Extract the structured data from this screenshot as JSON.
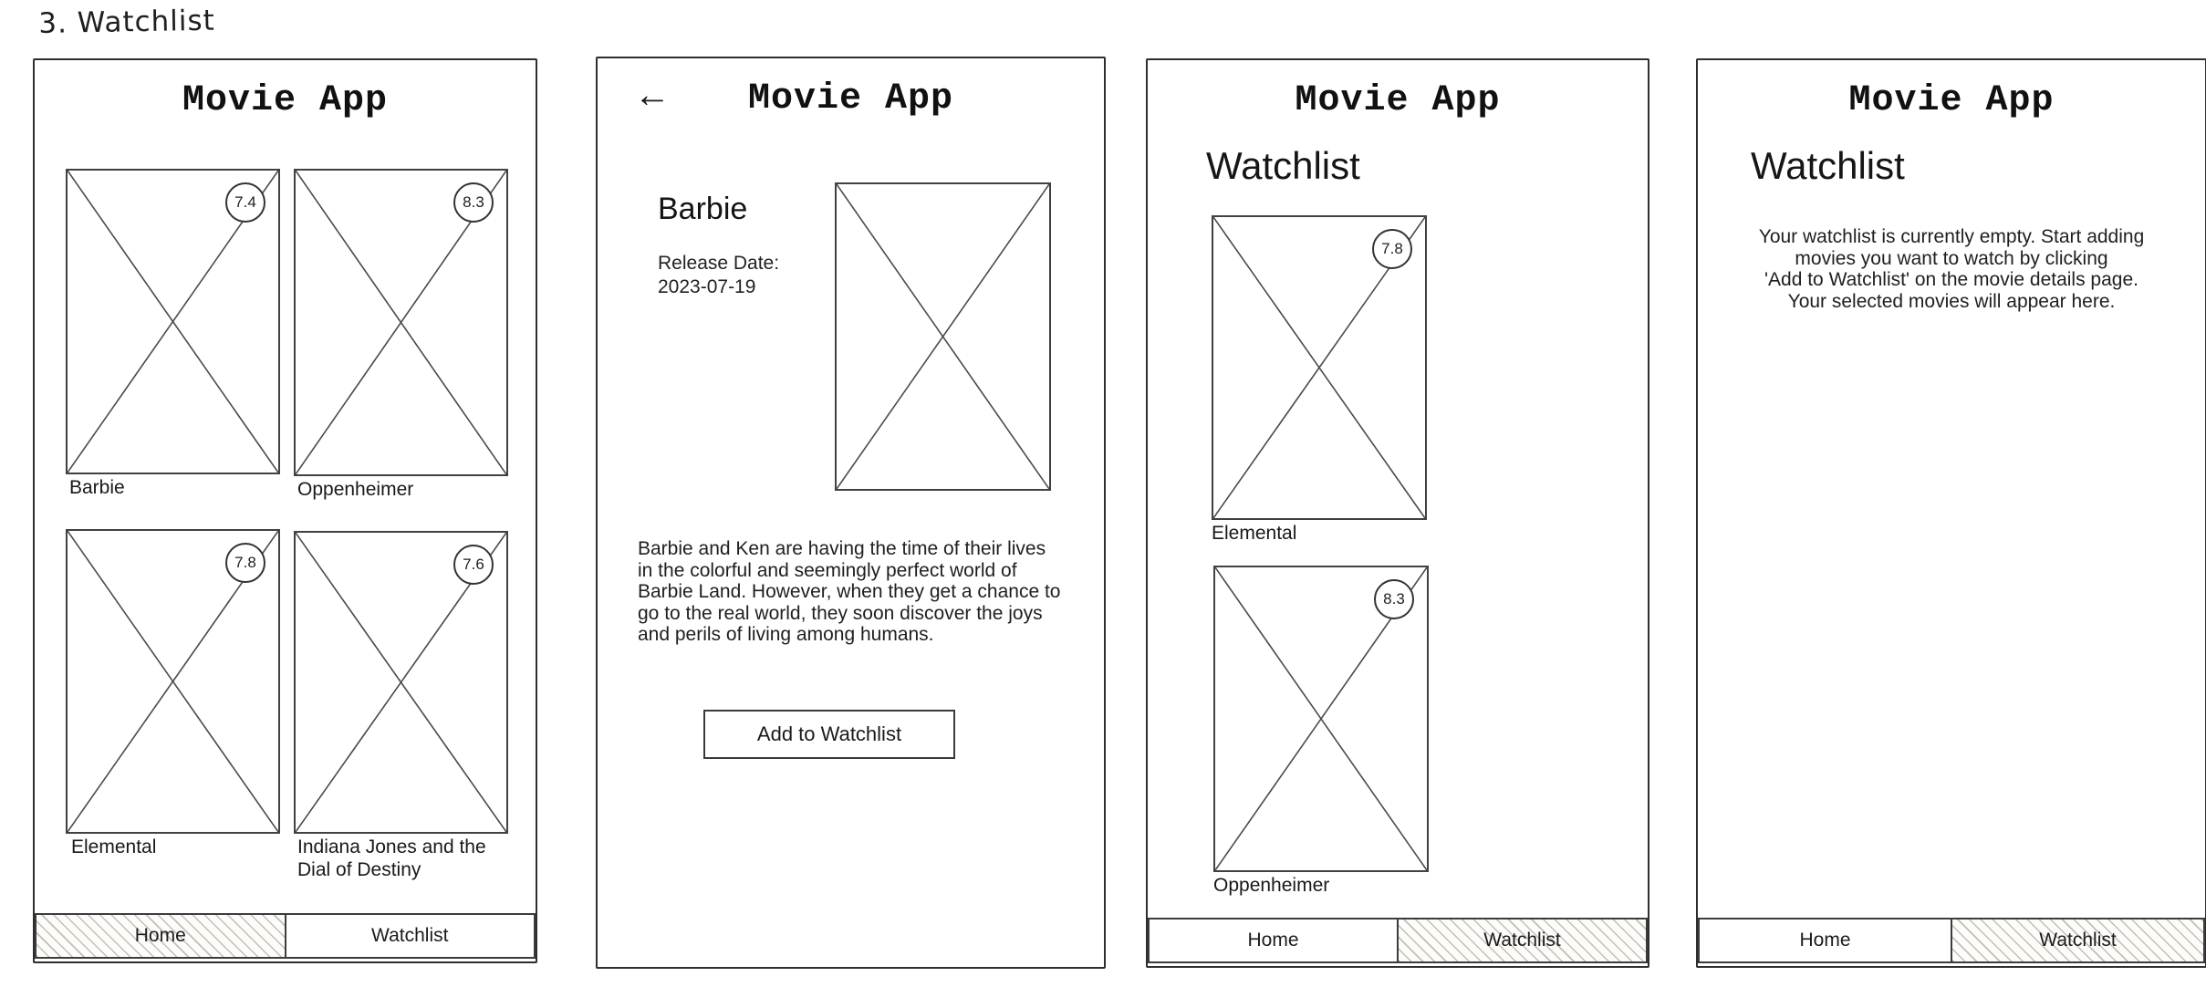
{
  "page_title": "3. Watchlist",
  "colors": {
    "stroke": "#2e2e2e",
    "text": "#1c1c1c",
    "hatch_line": "#aFA99E"
  },
  "frames": {
    "home": {
      "header": "Movie App",
      "movies": [
        {
          "title": "Barbie",
          "rating": "7.4"
        },
        {
          "title": "Oppenheimer",
          "rating": "8.3"
        },
        {
          "title": "Elemental",
          "rating": "7.8"
        },
        {
          "title": "Indiana Jones and the Dial of Destiny",
          "rating": "7.6"
        }
      ],
      "nav": {
        "active_tab": "Home",
        "items": [
          {
            "label": "Home"
          },
          {
            "label": "Watchlist"
          }
        ]
      }
    },
    "detail": {
      "header": "Movie App",
      "back_icon": "←",
      "movie_title": "Barbie",
      "release_date_label": "Release Date:",
      "release_date_value": "2023-07-19",
      "description": "Barbie and Ken are having the time of their lives\nin the colorful and seemingly perfect world of\nBarbie Land. However, when they get a chance to\ngo to the real world, they soon discover the joys\nand perils of living among humans.",
      "add_button_label": "Add to Watchlist"
    },
    "watchlist": {
      "header": "Movie App",
      "title": "Watchlist",
      "movies": [
        {
          "title": "Elemental",
          "rating": "7.8"
        },
        {
          "title": "Oppenheimer",
          "rating": "8.3"
        }
      ],
      "nav": {
        "active_tab": "Watchlist",
        "items": [
          {
            "label": "Home"
          },
          {
            "label": "Watchlist"
          }
        ]
      }
    },
    "watchlist_empty": {
      "header": "Movie App",
      "title": "Watchlist",
      "empty_message": "Your watchlist is currently empty. Start adding\nmovies you want to watch by clicking\n'Add to Watchlist' on the movie details page.\nYour selected movies will appear here.",
      "nav": {
        "active_tab": "Watchlist",
        "items": [
          {
            "label": "Home"
          },
          {
            "label": "Watchlist"
          }
        ]
      }
    }
  }
}
